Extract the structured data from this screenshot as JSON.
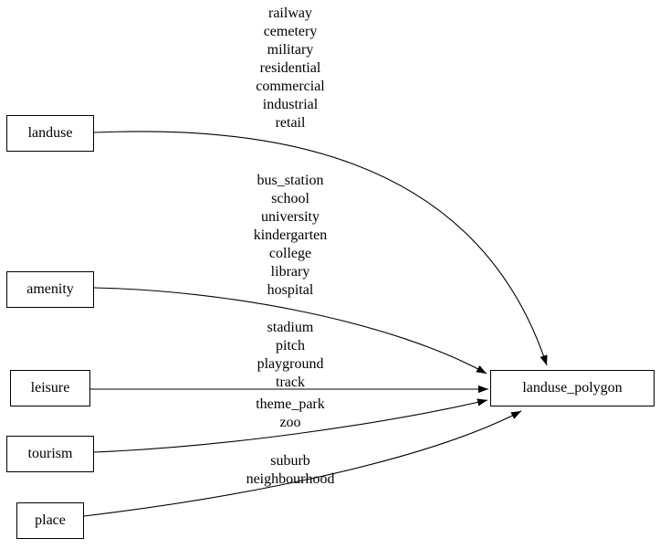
{
  "diagram": {
    "target": {
      "label": "landuse_polygon"
    },
    "sources": [
      {
        "label": "landuse",
        "edge_labels": [
          "railway",
          "cemetery",
          "military",
          "residential",
          "commercial",
          "industrial",
          "retail"
        ]
      },
      {
        "label": "amenity",
        "edge_labels": [
          "bus_station",
          "school",
          "university",
          "kindergarten",
          "college",
          "library",
          "hospital"
        ]
      },
      {
        "label": "leisure",
        "edge_labels": [
          "stadium",
          "pitch",
          "playground",
          "track"
        ]
      },
      {
        "label": "tourism",
        "edge_labels": [
          "theme_park",
          "zoo"
        ]
      },
      {
        "label": "place",
        "edge_labels": [
          "suburb",
          "neighbourhood"
        ]
      }
    ],
    "colors": {
      "stroke": "#000000",
      "background": "#ffffff"
    }
  }
}
